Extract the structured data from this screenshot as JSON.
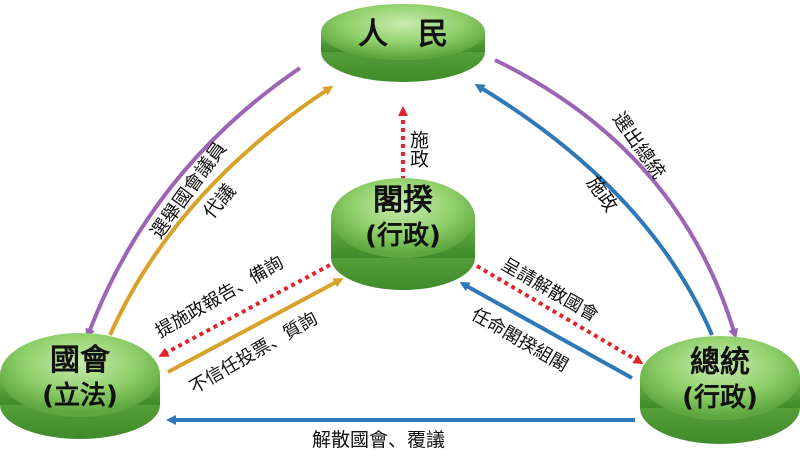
{
  "nodes": {
    "people": {
      "title": "人　民"
    },
    "cabinet": {
      "title": "閣揆",
      "sub": "(行政)"
    },
    "legislature": {
      "title": "國會",
      "sub": "(立法)"
    },
    "president": {
      "title": "總統",
      "sub": "(行政)"
    }
  },
  "edges": {
    "elect_legislators": "選舉國會議員",
    "represent": "代議",
    "elect_president": "選出總統",
    "governance_president": "施政",
    "governance_cabinet": "施政",
    "report_interpellation": "提施政報告、備詢",
    "no_confidence": "不信任投票、質詢",
    "request_dissolve": "呈請解散國會",
    "appoint_cabinet": "任命閣揆組閣",
    "dissolve_reconsider": "解散國會、覆議"
  },
  "colors": {
    "purple": "#9b64b4",
    "gold": "#d8a22a",
    "blue": "#2f78b8",
    "red": "#e0242c",
    "node_fill": "#8fcf6a",
    "node_dark": "#5ea73f"
  }
}
